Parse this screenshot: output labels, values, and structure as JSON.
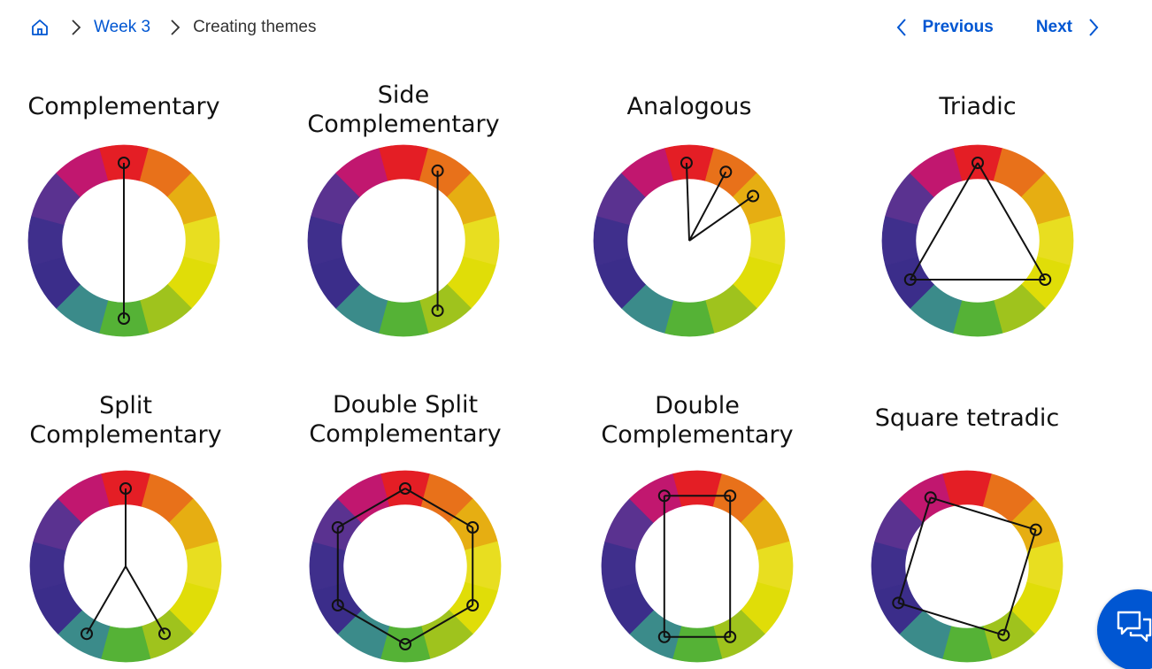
{
  "breadcrumb": {
    "home_icon": "home-icon",
    "items": [
      {
        "label": "Week 3",
        "link": true
      },
      {
        "label": "Creating themes",
        "link": false
      }
    ]
  },
  "nav": {
    "previous_label": "Previous",
    "next_label": "Next"
  },
  "colors": {
    "accent": "#0056d2",
    "wheel_segments": [
      "#e41e25",
      "#e8711a",
      "#e6ae12",
      "#e8de20",
      "#e0dd08",
      "#9fc31d",
      "#55b236",
      "#3b8b8a",
      "#3b2d8a",
      "#3f2f8c",
      "#5a3290",
      "#c1176f"
    ]
  },
  "diagrams": [
    {
      "title_lines": [
        "Complementary"
      ],
      "scheme": "complementary"
    },
    {
      "title_lines": [
        "Side",
        "Complementary"
      ],
      "scheme": "side-complementary"
    },
    {
      "title_lines": [
        "Analogous"
      ],
      "scheme": "analogous"
    },
    {
      "title_lines": [
        "Triadic"
      ],
      "scheme": "triadic"
    },
    {
      "title_lines": [
        "Split",
        "Complementary"
      ],
      "scheme": "split-complementary"
    },
    {
      "title_lines": [
        "Double Split",
        "Complementary"
      ],
      "scheme": "double-split-complementary"
    },
    {
      "title_lines": [
        "Double",
        "Complementary"
      ],
      "scheme": "double-complementary"
    },
    {
      "title_lines": [
        "Square tetradic"
      ],
      "scheme": "square-tetradic"
    }
  ],
  "chat": {
    "icon": "chat-bubbles-icon"
  }
}
